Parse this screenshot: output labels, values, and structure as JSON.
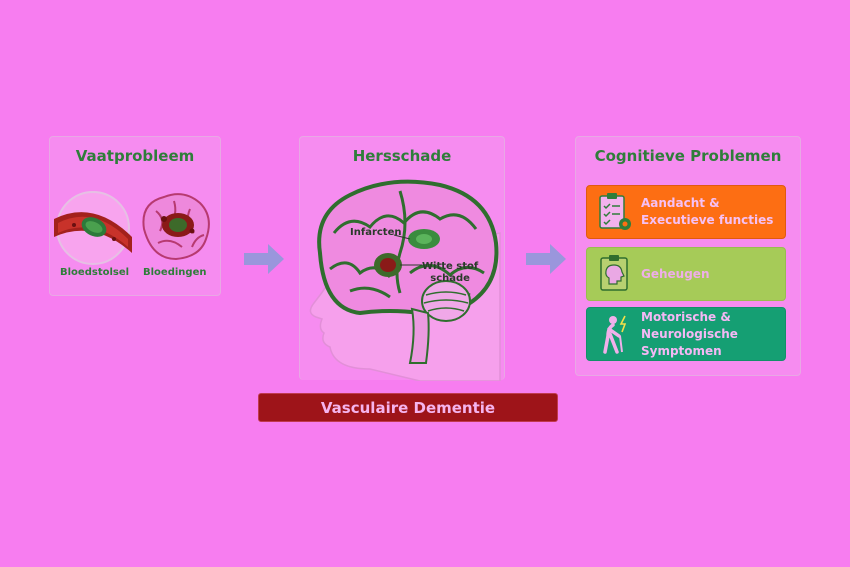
{
  "panels": {
    "vaat": {
      "title": "Vaatprobleem",
      "items": [
        {
          "label": "Bloedstolsel"
        },
        {
          "label": "Bloedingen"
        }
      ]
    },
    "hersschade": {
      "title": "Hersschade",
      "labels": {
        "infarcten": "Infarcten",
        "witte_stof": "Witte stof\nschade"
      }
    },
    "cognitief": {
      "title": "Cognitieve Problemen",
      "items": [
        {
          "label": "Aandacht &\nExecutieve functies",
          "color": "#fd6e13",
          "icon": "clipboard-gear-icon"
        },
        {
          "label": "Geheugen",
          "color": "#a6cb58",
          "icon": "head-profile-icon"
        },
        {
          "label": "Motorische &\nNeurologische Symptomen",
          "color": "#159f73",
          "icon": "elderly-walking-cane-icon"
        }
      ]
    }
  },
  "banner": {
    "text": "Vasculaire Dementie",
    "color": "#9e1419"
  },
  "colors": {
    "background": "#f77df0",
    "title_green": "#2f7d3a",
    "arrow": "#8a9ad8"
  }
}
